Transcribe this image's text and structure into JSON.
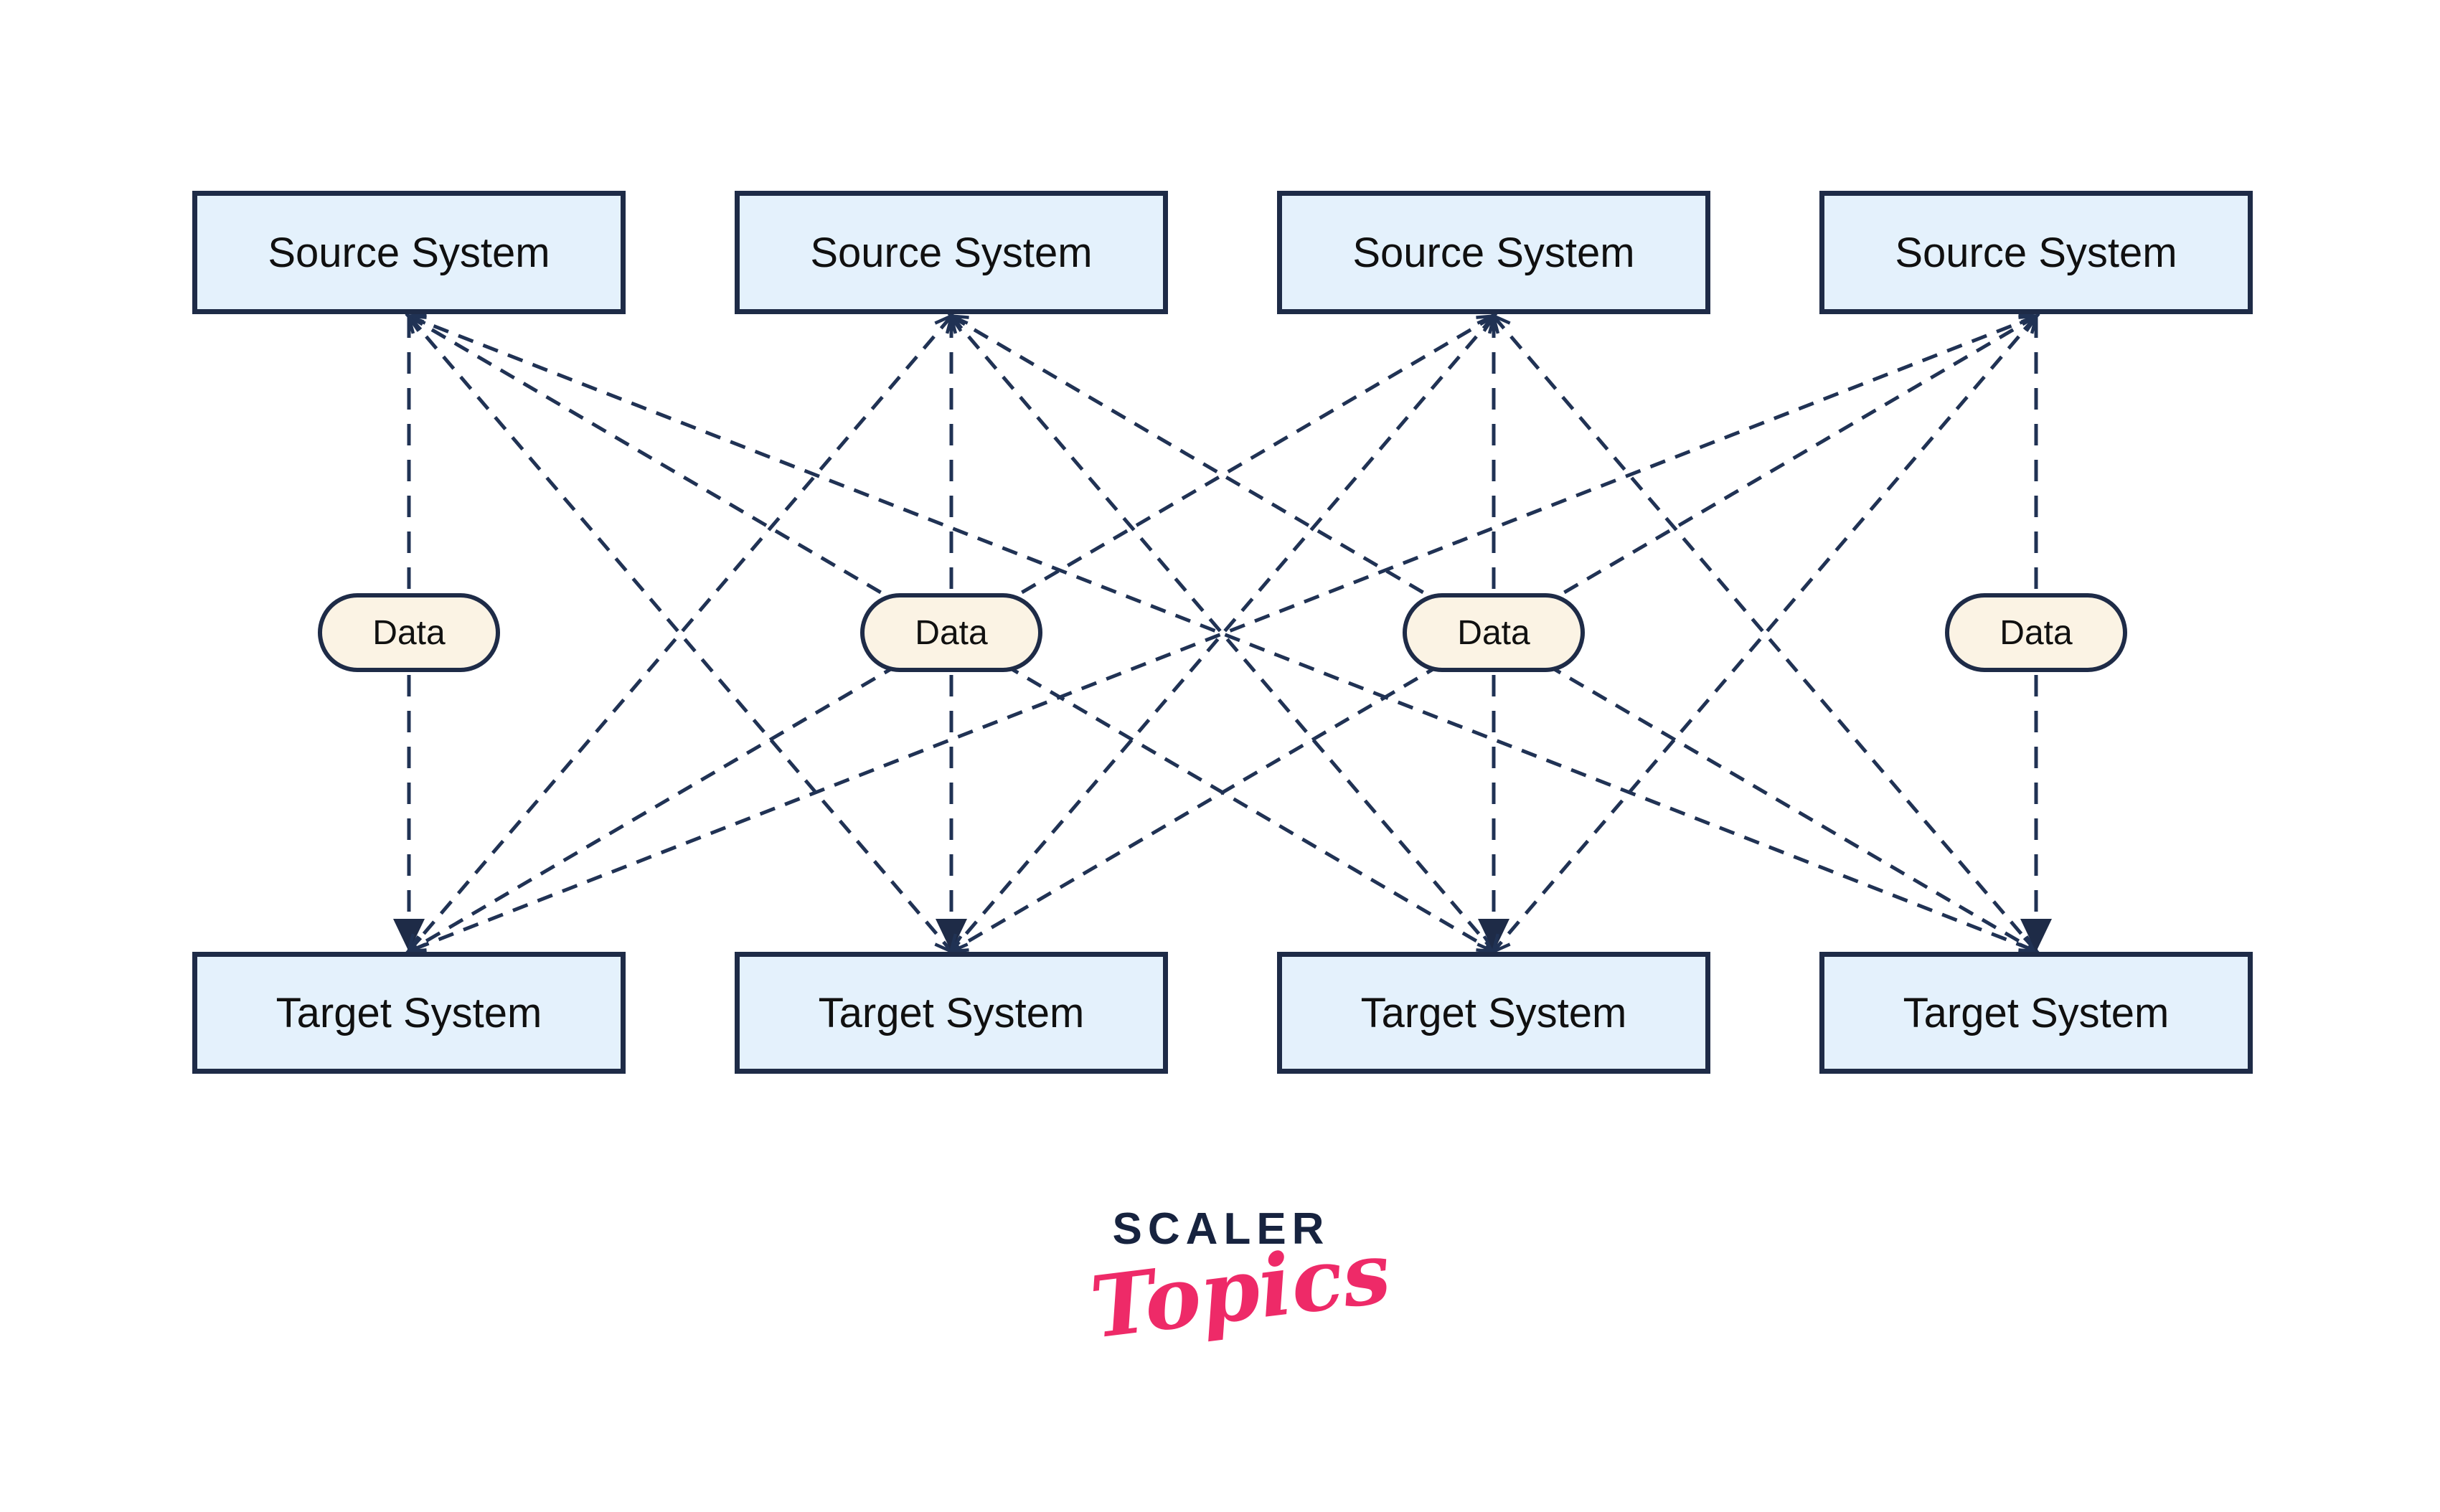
{
  "sources": [
    {
      "label": "Source System"
    },
    {
      "label": "Source System"
    },
    {
      "label": "Source System"
    },
    {
      "label": "Source System"
    }
  ],
  "targets": [
    {
      "label": "Target System"
    },
    {
      "label": "Target System"
    },
    {
      "label": "Target System"
    },
    {
      "label": "Target System"
    }
  ],
  "pills": [
    {
      "label": "Data"
    },
    {
      "label": "Data"
    },
    {
      "label": "Data"
    },
    {
      "label": "Data"
    }
  ],
  "logo": {
    "brand": "SCALER",
    "sub": "Topics"
  },
  "colors": {
    "node_fill": "#E4F1FC",
    "node_border": "#1E2B47",
    "pill_fill": "#FBF3E4",
    "line": "#203254",
    "logo_navy": "#17233F",
    "logo_pink": "#EE2A68",
    "background": "#FFFFFF"
  },
  "connections": [
    {
      "from": 0,
      "to": 0
    },
    {
      "from": 0,
      "to": 1
    },
    {
      "from": 0,
      "to": 2
    },
    {
      "from": 0,
      "to": 3
    },
    {
      "from": 1,
      "to": 0
    },
    {
      "from": 1,
      "to": 1
    },
    {
      "from": 1,
      "to": 2
    },
    {
      "from": 1,
      "to": 3
    },
    {
      "from": 2,
      "to": 0
    },
    {
      "from": 2,
      "to": 1
    },
    {
      "from": 2,
      "to": 2
    },
    {
      "from": 2,
      "to": 3
    },
    {
      "from": 3,
      "to": 0
    },
    {
      "from": 3,
      "to": 1
    },
    {
      "from": 3,
      "to": 2
    },
    {
      "from": 3,
      "to": 3
    }
  ]
}
